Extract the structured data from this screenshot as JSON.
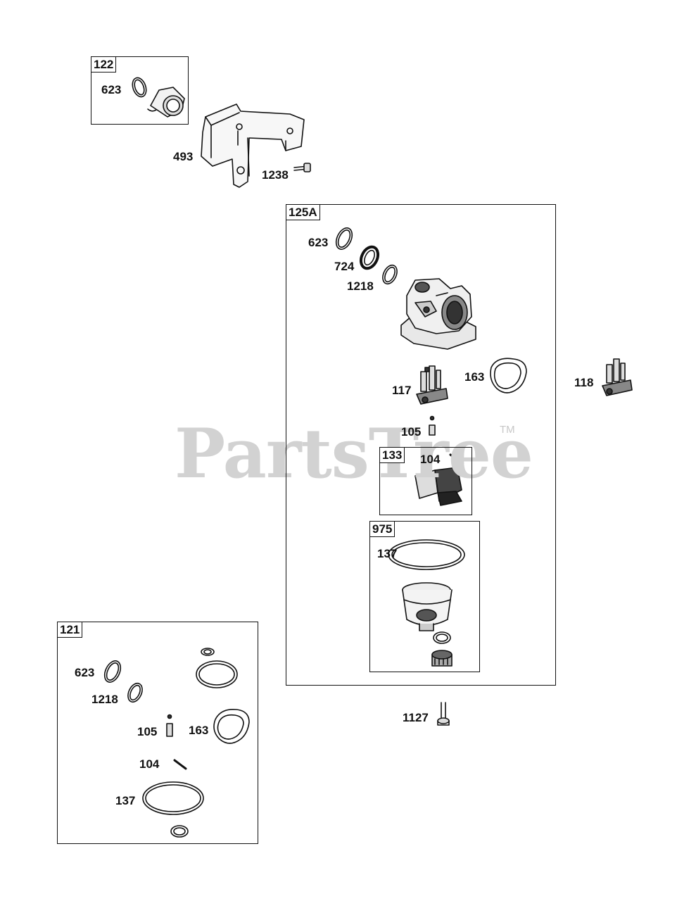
{
  "watermark": {
    "brand": "PartsTree",
    "trademark": "TM"
  },
  "kits": {
    "k122": {
      "tag": "122"
    },
    "k125a": {
      "tag": "125A"
    },
    "k133": {
      "tag": "133"
    },
    "k975": {
      "tag": "975"
    },
    "k121": {
      "tag": "121"
    }
  },
  "labels": {
    "p623_a": "623",
    "p493": "493",
    "p1238": "1238",
    "p623_b": "623",
    "p724": "724",
    "p1218_b": "1218",
    "p117": "117",
    "p163_b": "163",
    "p118": "118",
    "p105_b": "105",
    "p104_b": "104",
    "p137_b": "137",
    "p1127": "1127",
    "p623_c": "623",
    "p1218_c": "1218",
    "p105_c": "105",
    "p163_c": "163",
    "p104_c": "104",
    "p137_c": "137"
  }
}
